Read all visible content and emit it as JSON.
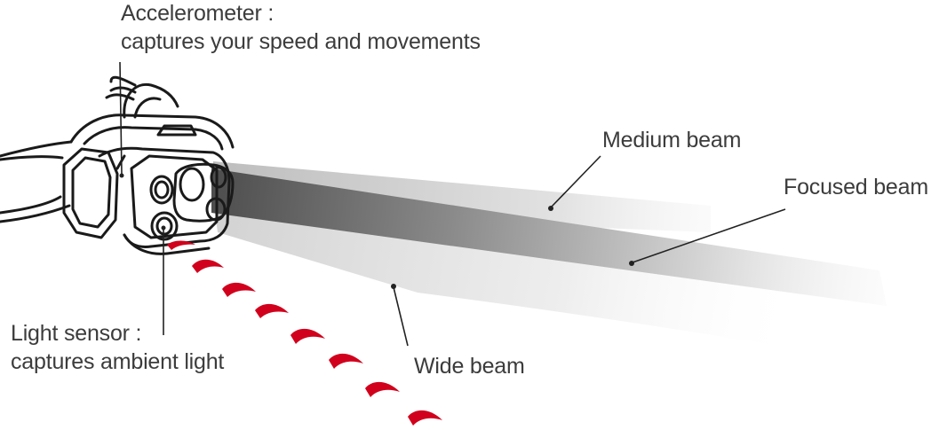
{
  "labels": {
    "accelerometer": {
      "title": "Accelerometer :",
      "desc": "captures your speed and movements"
    },
    "light_sensor": {
      "title": "Light sensor :",
      "desc": "captures ambient light"
    },
    "medium_beam": "Medium beam",
    "focused_beam": "Focused beam",
    "wide_beam": "Wide beam"
  },
  "colors": {
    "outline": "#1a1a1a",
    "text": "#3c3c3c",
    "signal": "#d1001c",
    "beam_dark": "#555555"
  },
  "icons": {
    "headlamp": "headlamp-icon",
    "signal_marks": "light-pulse-icon"
  }
}
